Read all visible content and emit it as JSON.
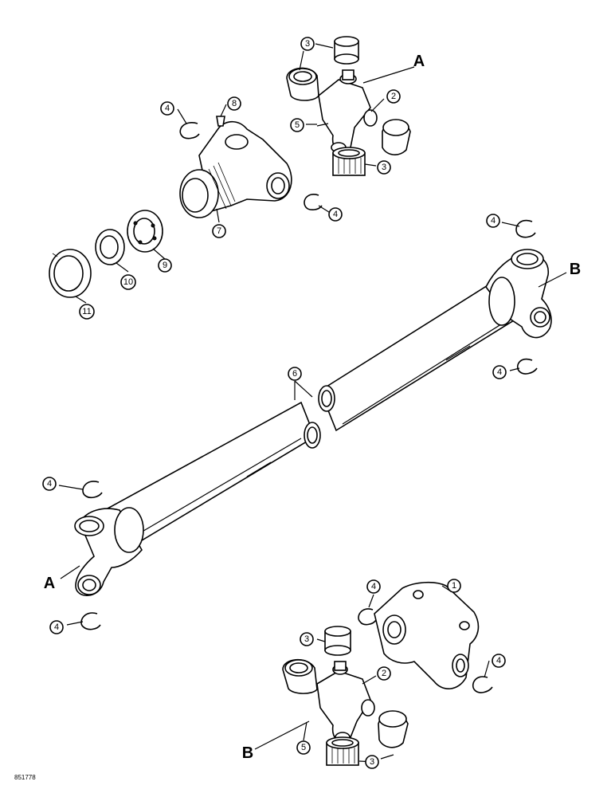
{
  "callouts": {
    "c1": "1",
    "c2a": "2",
    "c2b": "2",
    "c3a": "3",
    "c3b": "3",
    "c3c": "3",
    "c3d": "3",
    "c4a": "4",
    "c4b": "4",
    "c4c": "4",
    "c4d": "4",
    "c4e": "4",
    "c4f": "4",
    "c4g": "4",
    "c4h": "4",
    "c5a": "5",
    "c5b": "5",
    "c6": "6",
    "c7": "7",
    "c8": "8",
    "c9": "9",
    "c10": "10",
    "c11": "11"
  },
  "labels": {
    "a_top": "A",
    "a_left": "A",
    "b_right": "B",
    "b_bottom": "B"
  },
  "reference_code": "851778"
}
